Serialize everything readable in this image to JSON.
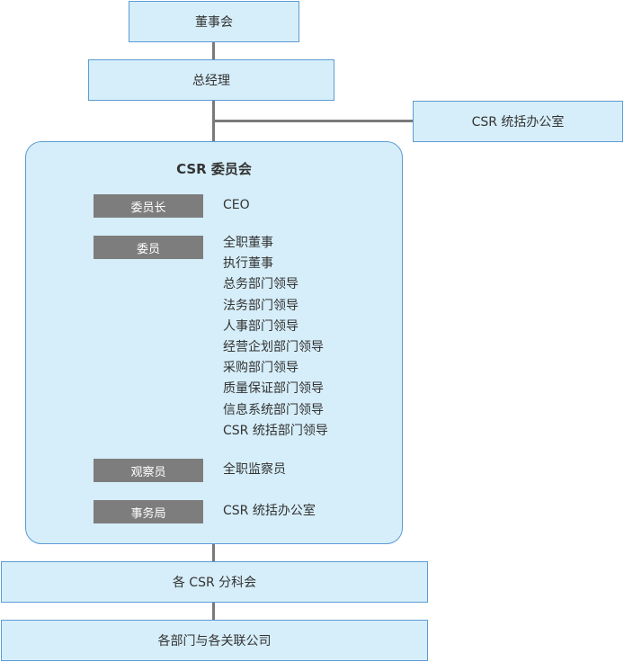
{
  "board": "董事会",
  "general_manager": "总经理",
  "csr_office": "CSR 统括办公室",
  "committee": {
    "title": "CSR 委员会",
    "roles": [
      {
        "label": "委员长",
        "values": [
          "CEO"
        ]
      },
      {
        "label": "委员",
        "values": [
          "全职董事",
          "执行董事",
          "总务部门领导",
          "法务部门领导",
          "人事部门领导",
          "经营企划部门领导",
          "采购部门领导",
          "质量保证部门领导",
          "信息系统部门领导",
          "CSR 统括部门领导"
        ]
      },
      {
        "label": "观察员",
        "values": [
          "全职监察员"
        ]
      },
      {
        "label": "事务局",
        "values": [
          "CSR 统括办公室"
        ]
      }
    ]
  },
  "subcommittees": "各 CSR 分科会",
  "departments": "各部门与各关联公司",
  "colors": {
    "box_fill": "#d6eef9",
    "box_border": "#5b9bd5",
    "connector": "#7a7a7a",
    "label_fill": "#7d7d7d"
  }
}
